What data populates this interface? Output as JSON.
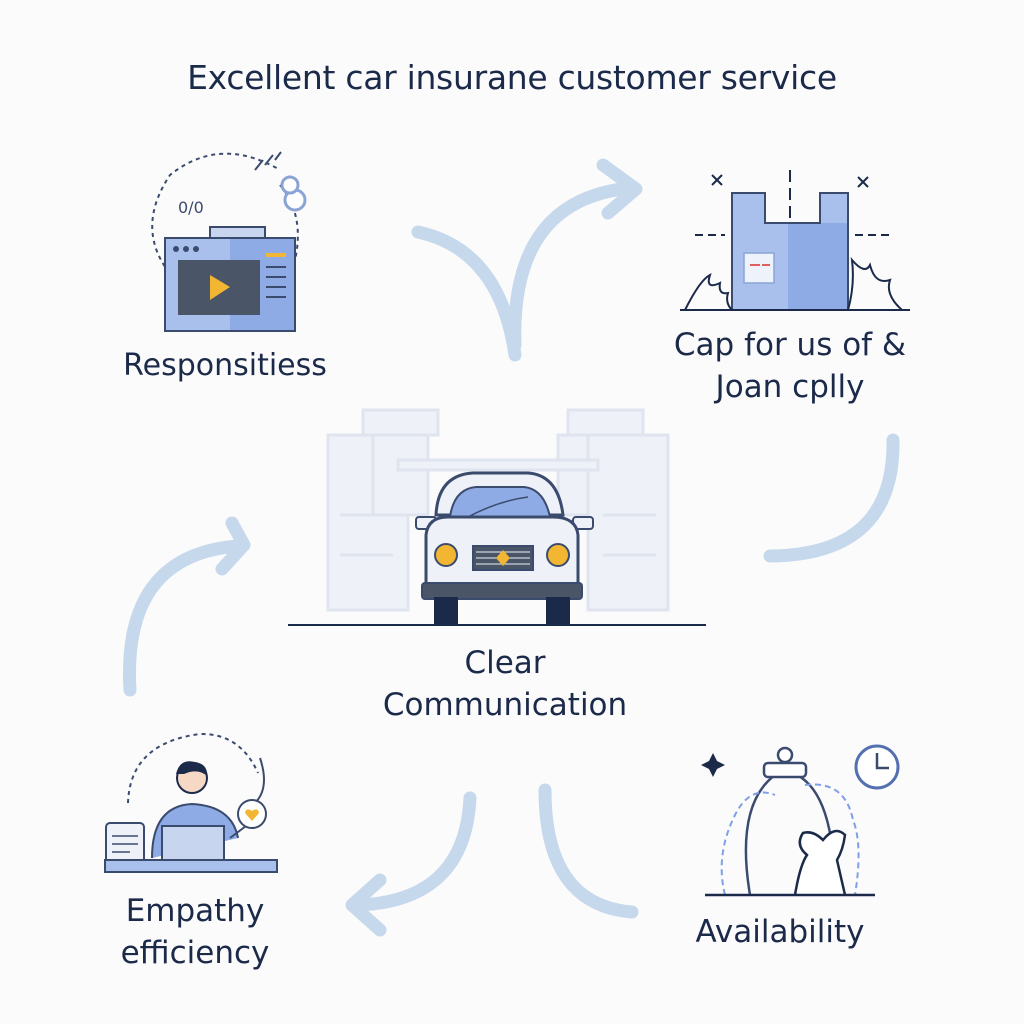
{
  "title": "Excellent car insurane customer service",
  "nodes": {
    "responsiveness": {
      "label": "Responsitiess"
    },
    "cap": {
      "line1": "Cap for us of &",
      "line2": "Joan cplly"
    },
    "clear": {
      "line1": "Clear",
      "line2": "Communication"
    },
    "empathy": {
      "line1": "Empathy",
      "line2": "efficiency"
    },
    "availability": {
      "label": "Availability"
    }
  },
  "icons": {
    "responsiveness": "video-player-icon",
    "cap": "building-icon",
    "clear": "car-icon",
    "empathy": "person-laptop-icon",
    "availability": "bell-clock-icon"
  },
  "colors": {
    "text": "#1c2a4a",
    "accent": "#7f9fe6",
    "light_accent": "#c7d6ee",
    "arrow": "#c6d8ec",
    "dark": "#3b4b6e",
    "gold": "#f2b632"
  }
}
